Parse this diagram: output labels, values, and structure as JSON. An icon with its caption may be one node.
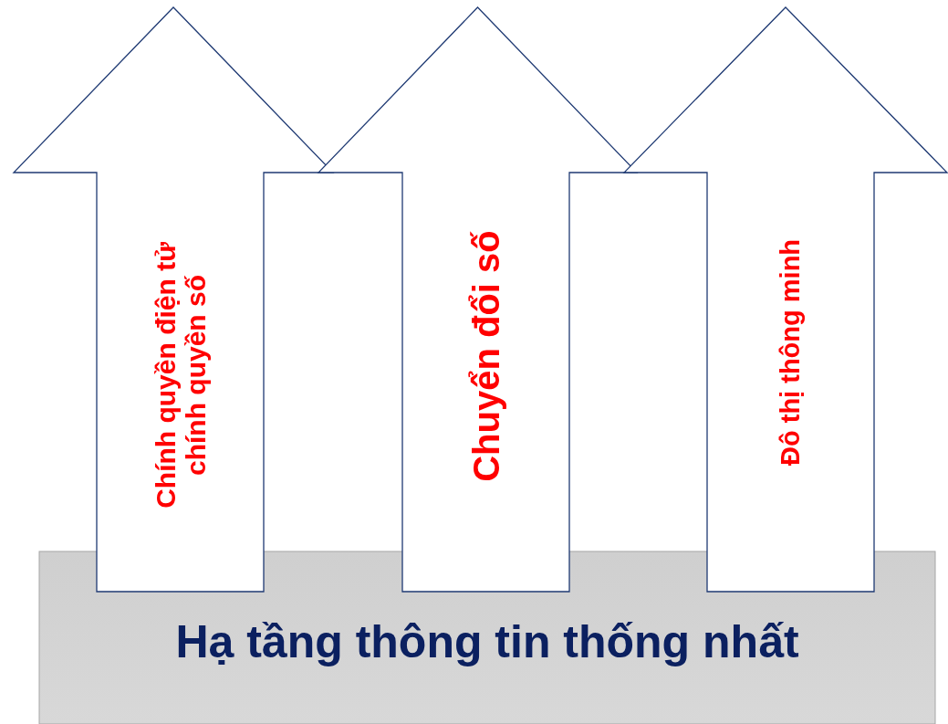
{
  "diagram": {
    "nodes": [
      {
        "text": [
          "Chính quyền điện tử chính quyền số"
        ]
      },
      {
        "text": [
          "Chuyển đổi số"
        ]
      },
      {
        "text": [
          "Đô thị thông minh"
        ]
      },
      {
        "text": [
          "Hạ tầng thông tin thống nhất"
        ]
      }
    ]
  }
}
